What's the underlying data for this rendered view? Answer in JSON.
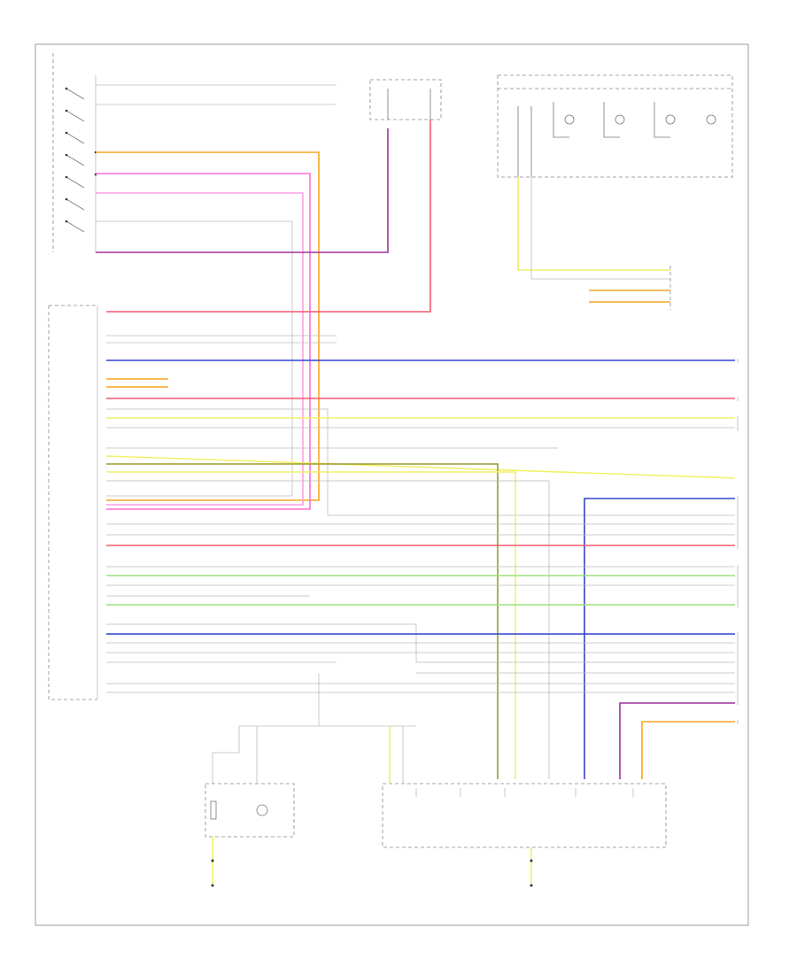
{
  "diagram": {
    "colors": {
      "red": "#f05a6e",
      "pink": "#ff6fd8",
      "purple": "#a0339a",
      "orange": "#f5a623",
      "yellow": "#f2f06a",
      "green": "#9be07b",
      "blue": "#3344cc",
      "gray": "#aaaaaa",
      "olive": "#9a9a30"
    },
    "components": [
      {
        "id": "light-switch",
        "label": ""
      },
      {
        "id": "instrument-cluster",
        "label": ""
      },
      {
        "id": "vehicle-electrical-system-control-module",
        "label": ""
      },
      {
        "id": "left-headlamp-assembly",
        "label": ""
      },
      {
        "id": "left-tail-lamp-assembly",
        "label": ""
      },
      {
        "id": "ground-point-left",
        "label": ""
      },
      {
        "id": "ground-point-right",
        "label": ""
      }
    ],
    "footer_code": ""
  }
}
